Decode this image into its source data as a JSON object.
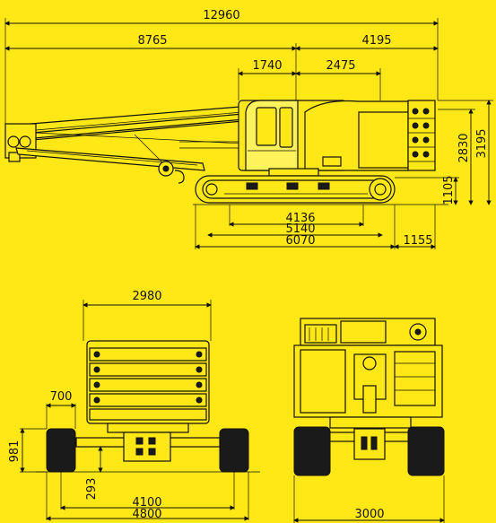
{
  "colors": {
    "background": "#FFE815",
    "line": "#111111"
  },
  "side_view": {
    "overall_length": "12960",
    "boom_section": "8765",
    "rear_section": "4195",
    "cab_offset": "1740",
    "slew_offset": "2475",
    "total_height": "3195",
    "body_height": "2830",
    "track_height": "1105",
    "track_inner": "4136",
    "track_length": "5140",
    "track_overall": "6070",
    "rear_overhang": "1155"
  },
  "front_view": {
    "width": "2980",
    "track_pad_width": "700",
    "track_height": "981",
    "ground_clearance": "293",
    "track_gauge_retracted": "4100",
    "track_gauge_extended": "4800"
  },
  "rear_view": {
    "width": "3000"
  }
}
